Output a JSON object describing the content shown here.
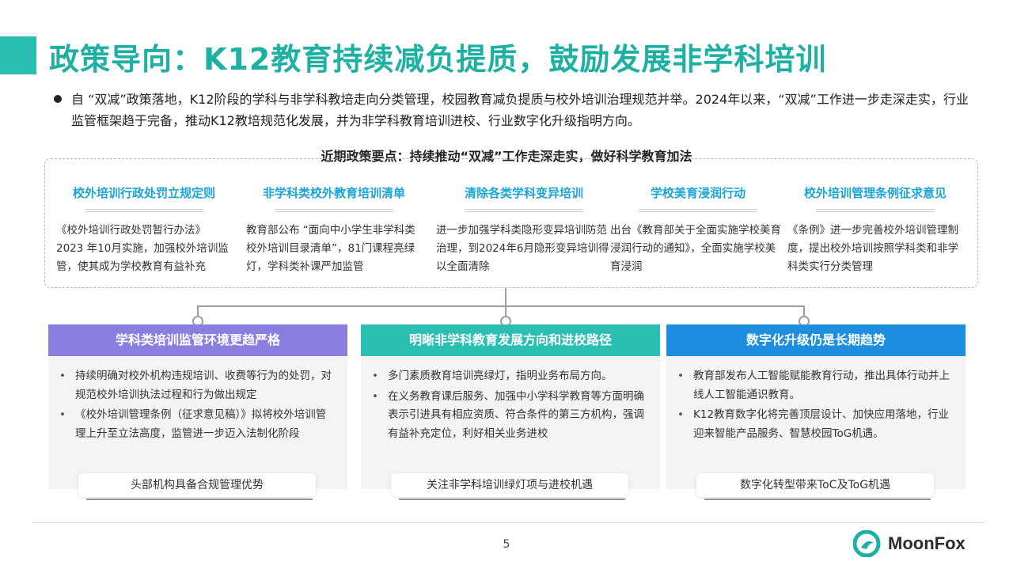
{
  "title": "政策导向：K12教育持续减负提质，鼓励发展非学科培训",
  "intro": "自 “双减”政策落地，K12阶段的学科与非学科教培走向分类管理，校园教育减负提质与校外培训治理规范并举。2024年以来，“双减”工作进一步走深走实，行业监管框架趋于完备，推动K12教培规范化发展，并为非学科教育培训进校、行业数字化升级指明方向。",
  "subhead": "近期政策要点：持续推动“双减”工作走深走实，做好科学教育加法",
  "policies": [
    {
      "title": "校外培训行政处罚立规定则",
      "desc": "《校外培训行政处罚暂行办法》2023 年10月实施，加强校外培训监管，使其成为学校教育有益补充"
    },
    {
      "title": "非学科类校外教育培训清单",
      "desc": "教育部公布 “面向中小学生非学科类校外培训目录清单”，81门课程亮绿灯，学科类补课严加监管"
    },
    {
      "title": "清除各类学科变异培训",
      "desc": "进一步加强学科类隐形变异培训防范治理，到2024年6月隐形变异培训得以全面清除"
    },
    {
      "title": "学校美育浸润行动",
      "desc": "出台《教育部关于全面实施学校美育浸润行动的通知》，全面实施学校美育浸润"
    },
    {
      "title": "校外培训管理条例征求意见",
      "desc": "《条例》进一步完善校外培训管理制度，提出校外培训按照学科类和非学科类实行分类管理"
    }
  ],
  "cards": [
    {
      "head": "学科类培训监管环境更趋严格",
      "color": "#8a7fe0",
      "items": [
        "持续明确对校外机构违规培训、收费等行为的处罚，对规范校外培训执法过程和行为做出规定",
        "《校外培训管理条例（征求意见稿）》拟将校外培训管理上升至立法高度，监管进一步迈入法制化阶段"
      ],
      "foot": "头部机构具备合规管理优势"
    },
    {
      "head": "明晰非学科教育发展方向和进校路径",
      "color": "#2bbfb3",
      "items": [
        "多门素质教育培训亮绿灯，指明业务布局方向。",
        "在义务教育课后服务、加强中小学科学教育等方面明确表示引进具有相应资质、符合条件的第三方机构，强调有益补充定位，利好相关业务进校"
      ],
      "foot": "关注非学科培训绿灯项与进校机遇"
    },
    {
      "head": "数字化升级仍是长期趋势",
      "color": "#1e8fe0",
      "items": [
        "教育部发布人工智能赋能教育行动，推出具体行动并上线人工智能通识教育。",
        "K12教育数字化将完善顶层设计、加快应用落地，行业迎来智能产品服务、智慧校园ToG机遇。"
      ],
      "foot": "数字化转型带来ToC及ToG机遇"
    }
  ],
  "page_number": "5",
  "logo": {
    "text": "MoonFox",
    "icon": "moonfox-logo-icon",
    "color": "#1fb0a4"
  }
}
